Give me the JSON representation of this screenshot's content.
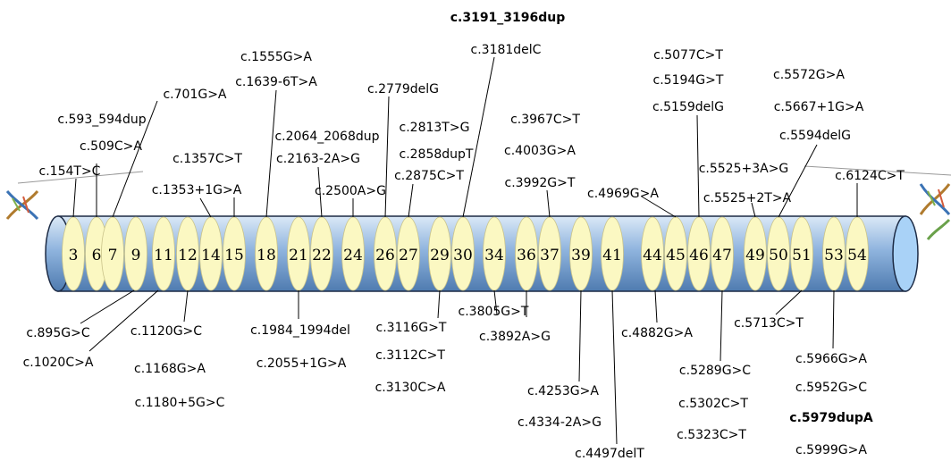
{
  "diagram": {
    "exons": [
      "3",
      "6",
      "7",
      "9",
      "11",
      "12",
      "14",
      "15",
      "18",
      "21",
      "22",
      "24",
      "26",
      "27",
      "29",
      "30",
      "34",
      "36",
      "37",
      "39",
      "41",
      "44",
      "45",
      "46",
      "47",
      "49",
      "50",
      "51",
      "53",
      "54"
    ],
    "mutations_above": [
      {
        "label": "c.3191_3196dup",
        "bold": true
      },
      {
        "label": "c.3181delC"
      },
      {
        "label": "c.1555G>A"
      },
      {
        "label": "c.1639-6T>A"
      },
      {
        "label": "c.701G>A"
      },
      {
        "label": "c.2779delG"
      },
      {
        "label": "c.593_594dup"
      },
      {
        "label": "c.2813T>G"
      },
      {
        "label": "c.3967C>T"
      },
      {
        "label": "c.2064_2068dup"
      },
      {
        "label": "c.509C>A"
      },
      {
        "label": "c.2858dupT"
      },
      {
        "label": "c.4003G>A"
      },
      {
        "label": "c.1357C>T"
      },
      {
        "label": "c.2163-2A>G"
      },
      {
        "label": "c.154T>C"
      },
      {
        "label": "c.2875C>T"
      },
      {
        "label": "c.3992G>T"
      },
      {
        "label": "c.1353+1G>A"
      },
      {
        "label": "c.2500A>G"
      },
      {
        "label": "c.4969G>A"
      },
      {
        "label": "c.5077C>T"
      },
      {
        "label": "c.5194G>T"
      },
      {
        "label": "c.5159delG"
      },
      {
        "label": "c.5525+3A>G"
      },
      {
        "label": "c.5525+2T>A"
      },
      {
        "label": "c.5572G>A"
      },
      {
        "label": "c.5667+1G>A"
      },
      {
        "label": "c.5594delG"
      },
      {
        "label": "c.6124C>T"
      }
    ],
    "mutations_below": [
      {
        "label": "c.895G>C"
      },
      {
        "label": "c.1020C>A"
      },
      {
        "label": "c.1120G>C"
      },
      {
        "label": "c.1168G>A"
      },
      {
        "label": "c.1180+5G>C"
      },
      {
        "label": "c.1984_1994del"
      },
      {
        "label": "c.2055+1G>A"
      },
      {
        "label": "c.3116G>T"
      },
      {
        "label": "c.3112C>T"
      },
      {
        "label": "c.3130C>A"
      },
      {
        "label": "c.3805G>T"
      },
      {
        "label": "c.3892A>G"
      },
      {
        "label": "c.4253G>A"
      },
      {
        "label": "c.4334-2A>G"
      },
      {
        "label": "c.4497delT"
      },
      {
        "label": "c.4882G>A"
      },
      {
        "label": "c.5289G>C"
      },
      {
        "label": "c.5302C>T"
      },
      {
        "label": "c.5323C>T"
      },
      {
        "label": "c.5713C>T"
      },
      {
        "label": "c.5966G>A"
      },
      {
        "label": "c.5952G>C"
      },
      {
        "label": "c.5979dupA",
        "bold": true
      },
      {
        "label": "c.5999G>A"
      }
    ],
    "colors": {
      "tube_top": "#dbe9f7",
      "tube_mid": "#8fb4de",
      "tube_bottom": "#4f7bb0",
      "exon_fill": "#fbf8c2",
      "tube_end": "#a9d2f7"
    },
    "decoration_icons": [
      "dna-helix-icon-left",
      "dna-helix-icon-right"
    ]
  }
}
